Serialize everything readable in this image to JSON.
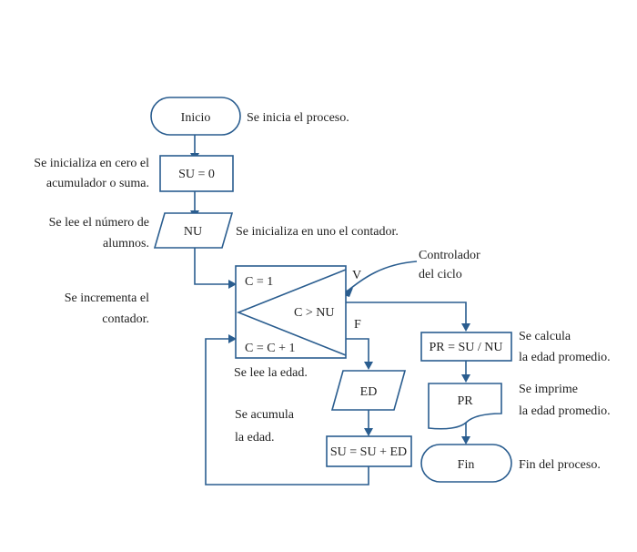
{
  "nodes": {
    "start": "Inicio",
    "init_sum": "SU = 0",
    "read_nu": "NU",
    "loop_init": "C = 1",
    "loop_cond": "C > NU",
    "loop_inc": "C = C + 1",
    "read_ed": "ED",
    "acc_sum": "SU = SU + ED",
    "calc_pr": "PR = SU / NU",
    "print_pr": "PR",
    "end": "Fin"
  },
  "flags": {
    "true": "V",
    "false": "F"
  },
  "notes": {
    "start": "Se inicia el proceso.",
    "init_sum_1": "Se inicializa en cero el",
    "init_sum_2": "acumulador o suma.",
    "read_nu_1": "Se lee el número de",
    "read_nu_2": "alumnos.",
    "init_counter": "Se inicializa en uno el contador.",
    "controller_1": "Controlador",
    "controller_2": "del ciclo",
    "increment_1": "Se incrementa el",
    "increment_2": "contador.",
    "read_age": "Se lee la edad.",
    "accumulate_1": "Se acumula",
    "accumulate_2": "la edad.",
    "calc_1": "Se calcula",
    "calc_2": "la edad promedio.",
    "print_1": "Se imprime",
    "print_2": "la edad promedio.",
    "end": "Fin del proceso."
  },
  "colors": {
    "stroke": "#2a5d8f",
    "text": "#1f1f1f"
  }
}
